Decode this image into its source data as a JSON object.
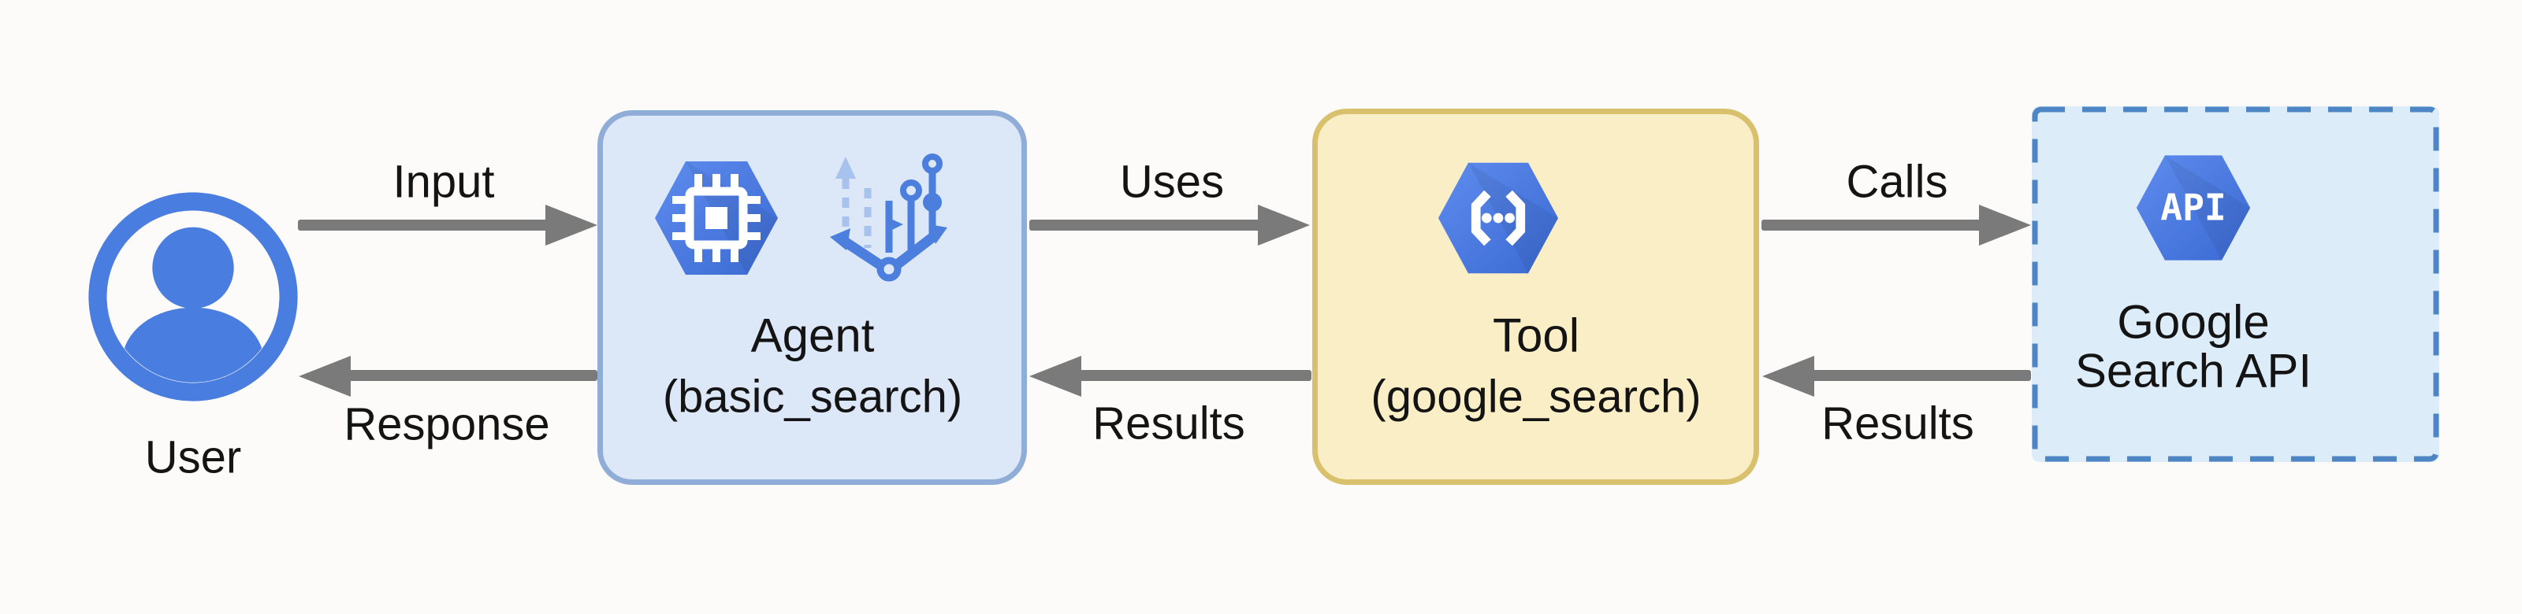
{
  "diagram": {
    "nodes": {
      "user": {
        "label": "User"
      },
      "agent": {
        "title": "Agent",
        "subtitle": "(basic_search)"
      },
      "tool": {
        "title": "Tool",
        "subtitle": "(google_search)"
      },
      "api": {
        "line1": "Google",
        "line2": "Search API",
        "icon_text": "API"
      }
    },
    "edges": {
      "input": {
        "label": "Input"
      },
      "uses": {
        "label": "Uses"
      },
      "calls": {
        "label": "Calls"
      },
      "response": {
        "label": "Response"
      },
      "results_tool_to_agent": {
        "label": "Results"
      },
      "results_api_to_tool": {
        "label": "Results"
      }
    }
  },
  "colors": {
    "bg": "#fcfbf9",
    "text": "#141414",
    "arrow": "#7a7a7a",
    "agent_fill": "#dce7f7",
    "agent_border": "#8fadd6",
    "tool_fill": "#faeec6",
    "tool_border": "#d9c06c",
    "api_fill": "#dcecf9",
    "api_border": "#4e86c5",
    "hex_blue_light": "#5e8cee",
    "hex_blue_dark": "#3a69d2",
    "icon_blue_light": "#a8c2ee",
    "icon_blue_mid": "#4b7edd"
  }
}
